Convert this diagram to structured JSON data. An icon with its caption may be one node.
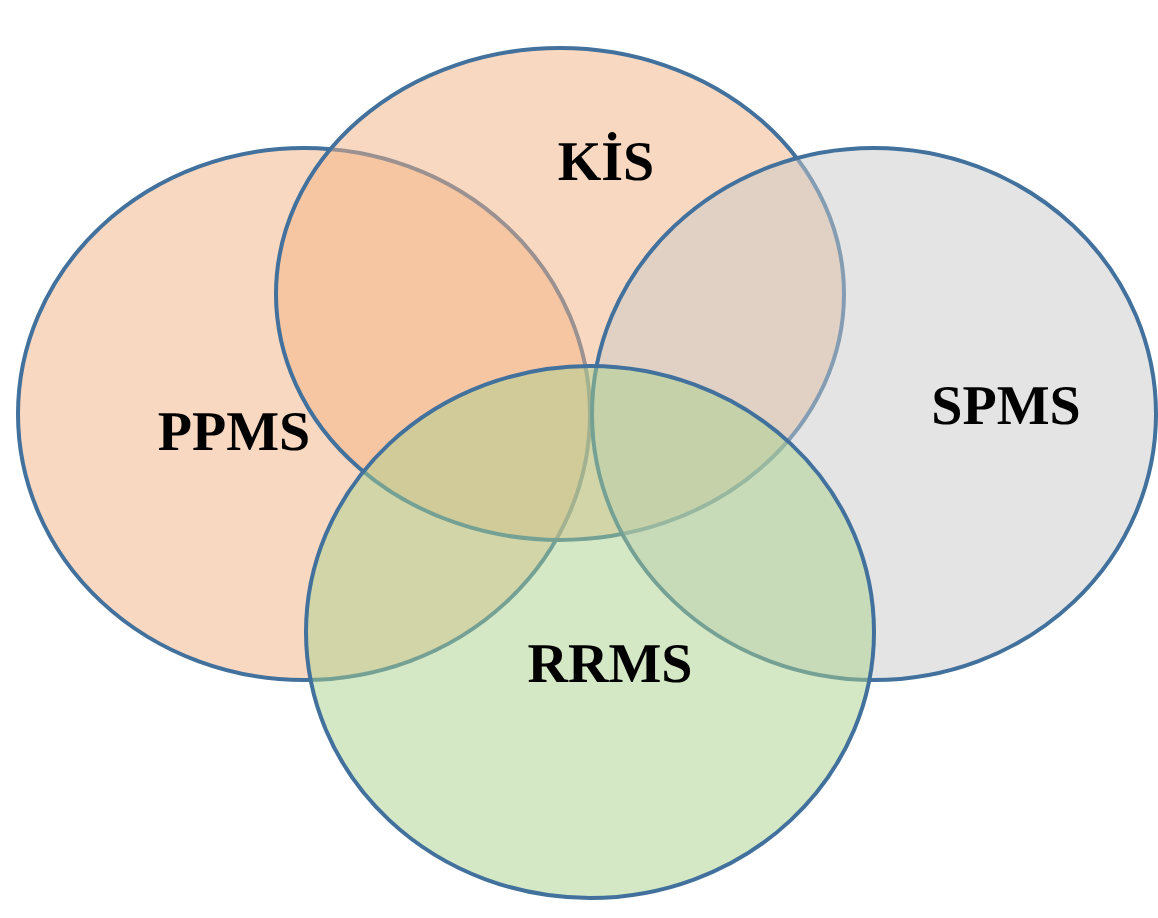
{
  "diagram": {
    "nodes": [
      {
        "text": [
          "PPMS"
        ]
      },
      {
        "text": [
          "KİS"
        ]
      },
      {
        "text": [
          "SPMS"
        ]
      },
      {
        "text": [
          "RRMS"
        ]
      }
    ]
  }
}
